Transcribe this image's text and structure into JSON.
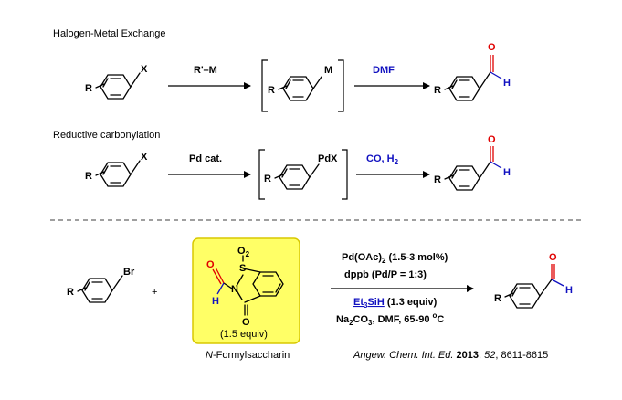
{
  "section1": {
    "title": "Halogen-Metal Exchange",
    "sub_r": "R",
    "sub_x": "X",
    "reagent": "R'–M",
    "inter_r": "R",
    "inter_m": "M",
    "reagent2": "DMF",
    "prod_r": "R",
    "prod_o": "O",
    "prod_h": "H"
  },
  "section2": {
    "title": "Reductive carbonylation",
    "sub_r": "R",
    "sub_x": "X",
    "reagent": "Pd cat.",
    "inter_r": "R",
    "inter_pdx": "PdX",
    "reagent2_co": "CO, H",
    "reagent2_sub": "2",
    "prod_r": "R",
    "prod_o": "O",
    "prod_h": "H"
  },
  "section3": {
    "sub_r": "R",
    "sub_br": "Br",
    "plus": "+",
    "reagent_o_top": "O",
    "reagent_o_top_sub": "2",
    "reagent_s": "S",
    "reagent_n": "N",
    "reagent_o_ald": "O",
    "reagent_h": "H",
    "reagent_o_bottom": "O",
    "equiv": "(1.5 equiv)",
    "reagent_name_italic": "N",
    "reagent_name_rest": "-Formylsaccharin",
    "cond1_a": "Pd(OAc)",
    "cond1_sub": "2",
    "cond1_b": " (1.5-3 mol%)",
    "cond2": "dppb (Pd/P = 1:3)",
    "cond3_a": "Et",
    "cond3_sub": "3",
    "cond3_b": "SiH",
    "cond3_c": " (1.3 equiv)",
    "cond4_a": "Na",
    "cond4_sub1": "2",
    "cond4_b": "CO",
    "cond4_sub2": "3",
    "cond4_c": ", DMF, 65-90 ",
    "cond4_sup": "o",
    "cond4_d": "C",
    "prod_r": "R",
    "prod_o": "O",
    "prod_h": "H"
  },
  "citation": {
    "journal": "Angew. Chem. Int. Ed.",
    "year": "2013",
    "volume": "52",
    "pages": ", 8611-8615"
  },
  "colors": {
    "oxygen": "#e00000",
    "blue_text": "#1010c0",
    "highlight_fill": "#ffff66",
    "highlight_border": "#d8c800",
    "divider": "#666666"
  }
}
